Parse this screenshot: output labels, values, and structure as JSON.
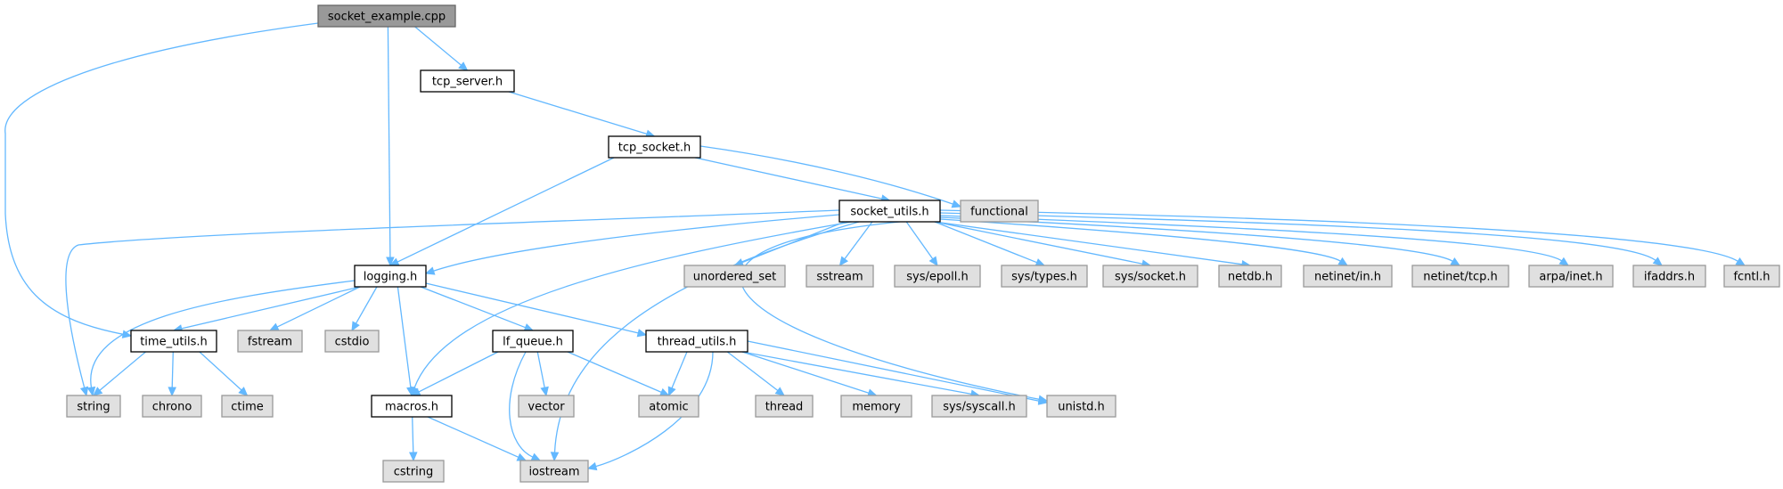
{
  "diagram": {
    "colors": {
      "edge": "#63b8ff",
      "root_fill": "#999999",
      "local_fill": "#ffffff",
      "system_fill": "#e0e0e0"
    },
    "nodes": {
      "socket_example_cpp": {
        "label": "socket_example.cpp",
        "kind": "root"
      },
      "tcp_server_h": {
        "label": "tcp_server.h",
        "kind": "local"
      },
      "tcp_socket_h": {
        "label": "tcp_socket.h",
        "kind": "local"
      },
      "socket_utils_h": {
        "label": "socket_utils.h",
        "kind": "local"
      },
      "functional": {
        "label": "functional",
        "kind": "system"
      },
      "logging_h": {
        "label": "logging.h",
        "kind": "local"
      },
      "unordered_set": {
        "label": "unordered_set",
        "kind": "system"
      },
      "sstream": {
        "label": "sstream",
        "kind": "system"
      },
      "sys_epoll_h": {
        "label": "sys/epoll.h",
        "kind": "system"
      },
      "sys_types_h": {
        "label": "sys/types.h",
        "kind": "system"
      },
      "sys_socket_h": {
        "label": "sys/socket.h",
        "kind": "system"
      },
      "netdb_h": {
        "label": "netdb.h",
        "kind": "system"
      },
      "netinet_in_h": {
        "label": "netinet/in.h",
        "kind": "system"
      },
      "netinet_tcp_h": {
        "label": "netinet/tcp.h",
        "kind": "system"
      },
      "arpa_inet_h": {
        "label": "arpa/inet.h",
        "kind": "system"
      },
      "ifaddrs_h": {
        "label": "ifaddrs.h",
        "kind": "system"
      },
      "fcntl_h": {
        "label": "fcntl.h",
        "kind": "system"
      },
      "time_utils_h": {
        "label": "time_utils.h",
        "kind": "local"
      },
      "fstream": {
        "label": "fstream",
        "kind": "system"
      },
      "cstdio": {
        "label": "cstdio",
        "kind": "system"
      },
      "lf_queue_h": {
        "label": "lf_queue.h",
        "kind": "local"
      },
      "thread_utils_h": {
        "label": "thread_utils.h",
        "kind": "local"
      },
      "string": {
        "label": "string",
        "kind": "system"
      },
      "chrono": {
        "label": "chrono",
        "kind": "system"
      },
      "ctime": {
        "label": "ctime",
        "kind": "system"
      },
      "macros_h": {
        "label": "macros.h",
        "kind": "local"
      },
      "vector": {
        "label": "vector",
        "kind": "system"
      },
      "atomic": {
        "label": "atomic",
        "kind": "system"
      },
      "thread": {
        "label": "thread",
        "kind": "system"
      },
      "memory": {
        "label": "memory",
        "kind": "system"
      },
      "sys_syscall_h": {
        "label": "sys/syscall.h",
        "kind": "system"
      },
      "unistd_h": {
        "label": "unistd.h",
        "kind": "system"
      },
      "cstring": {
        "label": "cstring",
        "kind": "system"
      },
      "iostream": {
        "label": "iostream",
        "kind": "system"
      }
    },
    "edges": [
      [
        "socket_example_cpp",
        "tcp_server_h"
      ],
      [
        "socket_example_cpp",
        "logging_h"
      ],
      [
        "socket_example_cpp",
        "time_utils_h"
      ],
      [
        "tcp_server_h",
        "tcp_socket_h"
      ],
      [
        "tcp_socket_h",
        "socket_utils_h"
      ],
      [
        "tcp_socket_h",
        "functional"
      ],
      [
        "tcp_socket_h",
        "logging_h"
      ],
      [
        "socket_utils_h",
        "logging_h"
      ],
      [
        "socket_utils_h",
        "string"
      ],
      [
        "socket_utils_h",
        "macros_h"
      ],
      [
        "socket_utils_h",
        "iostream"
      ],
      [
        "socket_utils_h",
        "unistd_h"
      ],
      [
        "socket_utils_h",
        "unordered_set"
      ],
      [
        "socket_utils_h",
        "sstream"
      ],
      [
        "socket_utils_h",
        "sys_epoll_h"
      ],
      [
        "socket_utils_h",
        "sys_types_h"
      ],
      [
        "socket_utils_h",
        "sys_socket_h"
      ],
      [
        "socket_utils_h",
        "netdb_h"
      ],
      [
        "socket_utils_h",
        "netinet_in_h"
      ],
      [
        "socket_utils_h",
        "netinet_tcp_h"
      ],
      [
        "socket_utils_h",
        "arpa_inet_h"
      ],
      [
        "socket_utils_h",
        "ifaddrs_h"
      ],
      [
        "socket_utils_h",
        "fcntl_h"
      ],
      [
        "logging_h",
        "string"
      ],
      [
        "logging_h",
        "time_utils_h"
      ],
      [
        "logging_h",
        "fstream"
      ],
      [
        "logging_h",
        "cstdio"
      ],
      [
        "logging_h",
        "macros_h"
      ],
      [
        "logging_h",
        "lf_queue_h"
      ],
      [
        "logging_h",
        "thread_utils_h"
      ],
      [
        "time_utils_h",
        "string"
      ],
      [
        "time_utils_h",
        "chrono"
      ],
      [
        "time_utils_h",
        "ctime"
      ],
      [
        "lf_queue_h",
        "macros_h"
      ],
      [
        "lf_queue_h",
        "iostream"
      ],
      [
        "lf_queue_h",
        "vector"
      ],
      [
        "lf_queue_h",
        "atomic"
      ],
      [
        "thread_utils_h",
        "atomic"
      ],
      [
        "thread_utils_h",
        "iostream"
      ],
      [
        "thread_utils_h",
        "thread"
      ],
      [
        "thread_utils_h",
        "memory"
      ],
      [
        "thread_utils_h",
        "sys_syscall_h"
      ],
      [
        "thread_utils_h",
        "unistd_h"
      ],
      [
        "macros_h",
        "cstring"
      ],
      [
        "macros_h",
        "iostream"
      ]
    ]
  }
}
